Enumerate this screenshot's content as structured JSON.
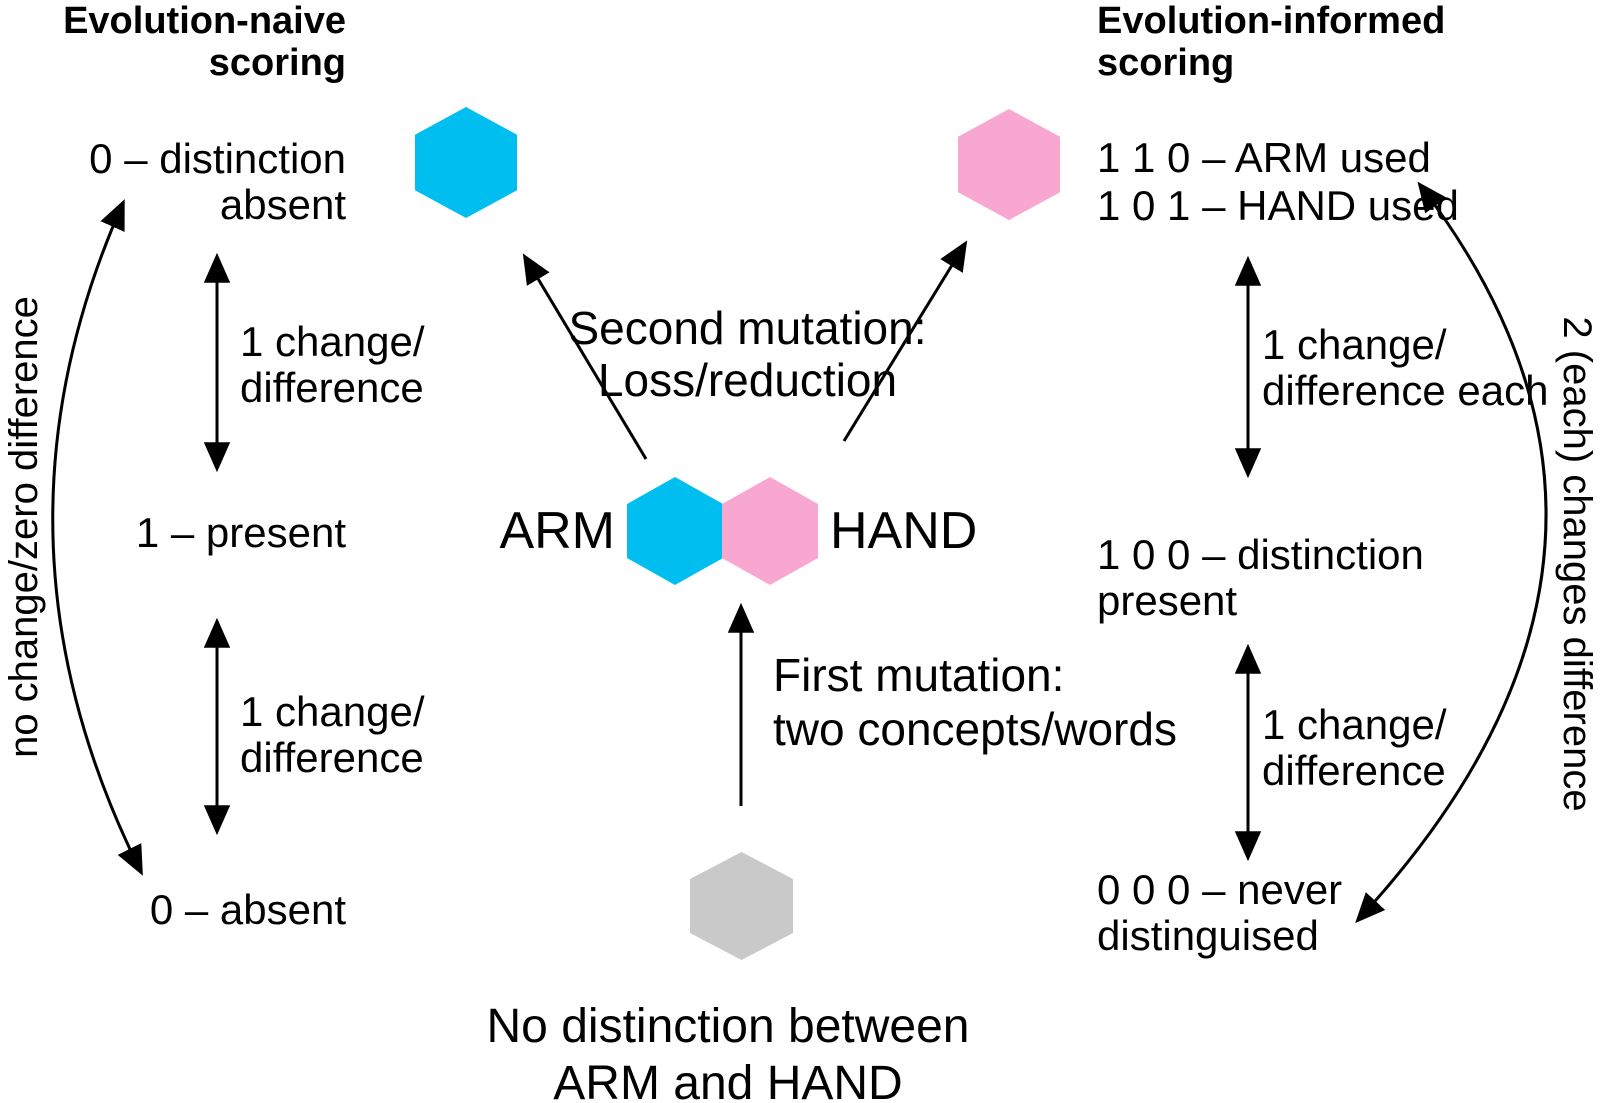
{
  "colors": {
    "arm_hex": "#00bff0",
    "hand_hex": "#f8a8d0",
    "ancestor_hex": "#c9c9c9",
    "line": "#000000",
    "background": "#ffffff"
  },
  "headings": {
    "naive": {
      "line1": "Evolution-naive",
      "line2": "scoring"
    },
    "informed": {
      "line1": "Evolution-informed",
      "line2": "scoring"
    }
  },
  "naive_column": {
    "score_top": {
      "line1": "0 – distinction",
      "line2": "absent"
    },
    "change_upper": {
      "line1": "1 change/",
      "line2": "difference"
    },
    "score_mid": {
      "line1": "1 – present"
    },
    "change_lower": {
      "line1": "1 change/",
      "line2": "difference"
    },
    "score_bottom": {
      "line1": "0 – absent"
    },
    "side_label": "no change/zero difference"
  },
  "informed_column": {
    "score_top": {
      "line1": "1 1 0 – ARM used",
      "line2": "1 0 1 – HAND used"
    },
    "change_upper": {
      "line1": "1 change/",
      "line2": "difference each"
    },
    "score_mid": {
      "line1": "1 0 0 – distinction",
      "line2": "present"
    },
    "change_lower": {
      "line1": "1 change/",
      "line2": "difference"
    },
    "score_bottom": {
      "line1": "0 0 0 – never",
      "line2": "distinguised"
    },
    "side_label": "2 (each) changes difference"
  },
  "center": {
    "second_mutation": {
      "line1": "Second mutation:",
      "line2": "Loss/reduction"
    },
    "first_mutation": {
      "line1": "First mutation:",
      "line2": "two concepts/words"
    },
    "arm_label": "ARM",
    "hand_label": "HAND",
    "bottom_caption": {
      "line1": "No distinction between",
      "line2": "ARM and HAND"
    }
  }
}
